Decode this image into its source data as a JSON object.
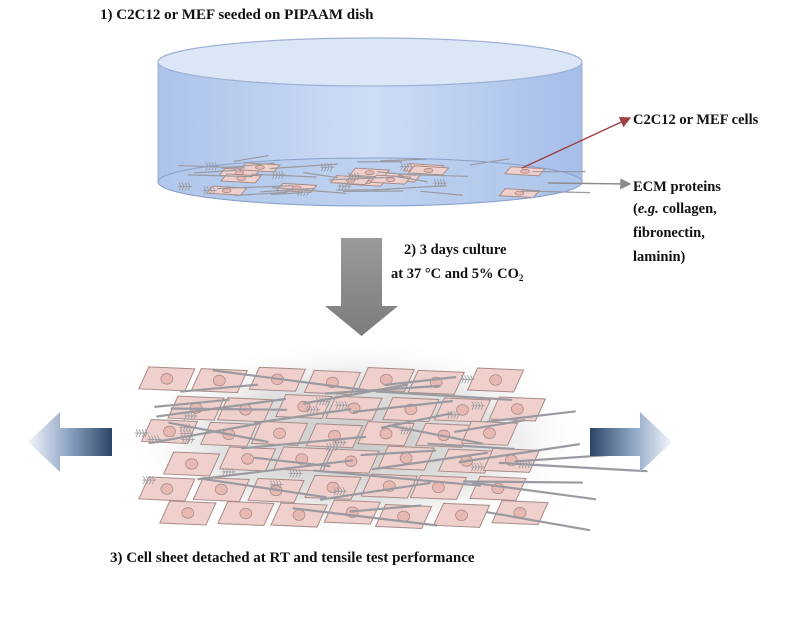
{
  "step1": {
    "title": "1) C2C12 or MEF seeded on PIPAAM dish"
  },
  "labels": {
    "cells": "C2C12 or MEF cells",
    "ecm": "ECM proteins",
    "ecm_eg_open": "(",
    "ecm_eg": "e.g.",
    "ecm_eg_rest": " collagen,",
    "ecm_fibronectin": "fibronectin,",
    "ecm_laminin": "laminin)"
  },
  "step2": {
    "line1": "2) 3 days culture",
    "line2_prefix": "at 37 °C and 5% CO",
    "line2_sub": "2"
  },
  "step3": {
    "title": "3) Cell sheet detached at RT and tensile test performance"
  },
  "colors": {
    "dish_body": "#b9cdee",
    "dish_rim": "#d7e3f6",
    "cell_fill": "#f0d0cc",
    "cell_stroke": "#a88c88",
    "nucleus": "#e8b8b3",
    "fiber": "#9a9aa0",
    "down_arrow": "#8a8a8a",
    "side_arrow": "#37506e",
    "pointer_red": "#a04040",
    "pointer_gray": "#8c8c8c"
  }
}
